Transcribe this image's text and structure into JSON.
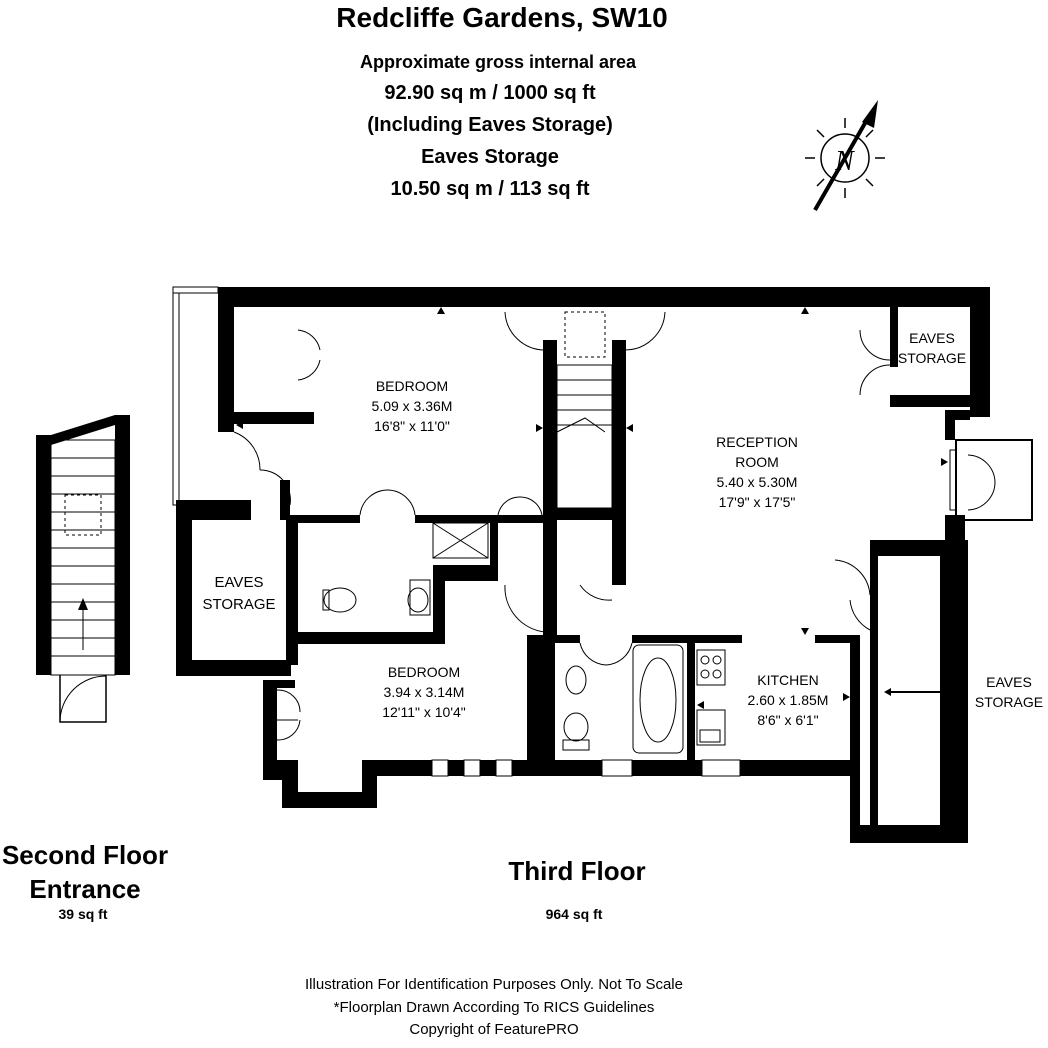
{
  "header": {
    "title": "Redcliffe Gardens, SW10",
    "line1": "Approximate gross internal area",
    "line2": "92.90 sq m /  1000 sq ft",
    "line3": "(Including Eaves Storage)",
    "line4": "Eaves Storage",
    "line5": "10.50 sq m /  113 sq ft"
  },
  "compass": {
    "letter": "N"
  },
  "rooms": {
    "bedroom1": {
      "name": "BEDROOM",
      "metric": "5.09 x 3.36M",
      "imperial": "16'8\" x 11'0\""
    },
    "bedroom2": {
      "name": "BEDROOM",
      "metric": "3.94 x 3.14M",
      "imperial": "12'11\" x 10'4\""
    },
    "reception": {
      "name1": "RECEPTION",
      "name2": "ROOM",
      "metric": "5.40 x 5.30M",
      "imperial": "17'9\" x 17'5\""
    },
    "kitchen": {
      "name": "KITCHEN",
      "metric": "2.60 x 1.85M",
      "imperial": "8'6\" x 6'1\""
    },
    "eaves_top_right": {
      "line1": "EAVES",
      "line2": "STORAGE"
    },
    "eaves_left": {
      "line1": "EAVES",
      "line2": "STORAGE"
    },
    "eaves_right": {
      "line1": "EAVES",
      "line2": "STORAGE"
    }
  },
  "floors": {
    "second": {
      "line1": "Second Floor",
      "line2": "Entrance",
      "area": "39 sq ft"
    },
    "third": {
      "label": "Third Floor",
      "area": "964 sq ft"
    }
  },
  "footer": {
    "line1": "Illustration For Identification Purposes Only. Not To Scale",
    "line2": "*Floorplan Drawn According To RICS Guidelines",
    "line3": "Copyright of FeaturePRO"
  }
}
